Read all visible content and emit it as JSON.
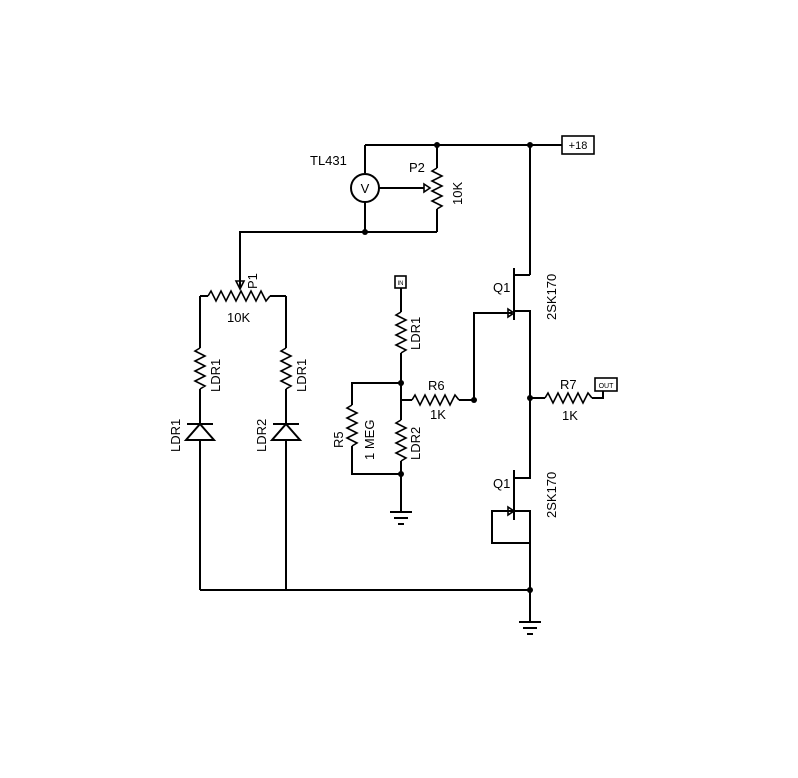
{
  "labels": {
    "supply": "+18",
    "tl431": "TL431",
    "meter_symbol": "V",
    "p2_name": "P2",
    "p2_value": "10K",
    "p1_name": "P1",
    "p1_value": "10K",
    "left_ldr_res_a": "LDR1",
    "left_ldr_res_b": "LDR1",
    "led_a": "LDR1",
    "led_b": "LDR2",
    "in_tag": "IN",
    "mid_ldr_top": "LDR1",
    "mid_ldr_bottom": "LDR2",
    "r6_name": "R6",
    "r6_value": "1K",
    "r5_name": "R5",
    "r5_value": "1 MEG",
    "q1_top_name": "Q1",
    "q1_top_part": "2SK170",
    "q1_bottom_name": "Q1",
    "q1_bottom_part": "2SK170",
    "r7_name": "R7",
    "r7_value": "1K",
    "out_tag": "OUT"
  }
}
